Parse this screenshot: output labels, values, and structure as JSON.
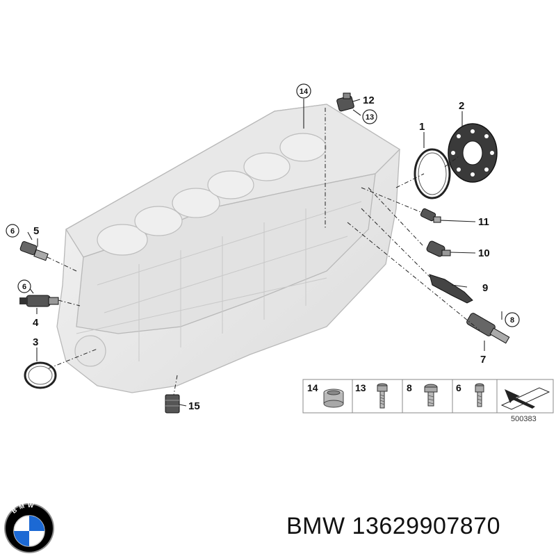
{
  "callouts": {
    "c1": "1",
    "c2": "2",
    "c3": "3",
    "c4": "4",
    "c5": "5",
    "c6a": "6",
    "c6b": "6",
    "c7": "7",
    "c8": "8",
    "c9": "9",
    "c10": "10",
    "c11": "11",
    "c12": "12",
    "c13": "13",
    "c14": "14",
    "c15": "15"
  },
  "parts_key": {
    "items": [
      {
        "number": "14",
        "icon": "sleeve-icon"
      },
      {
        "number": "13",
        "icon": "bolt-icon"
      },
      {
        "number": "8",
        "icon": "hex-bolt-icon"
      },
      {
        "number": "6",
        "icon": "socket-bolt-icon"
      },
      {
        "number": "",
        "icon": "arrow-icon"
      }
    ],
    "reference": "500383"
  },
  "caption": "BMW 13629907870",
  "logo": {
    "letters": "BMW",
    "colors": {
      "blue": "#1c69d4",
      "white": "#ffffff",
      "ring": "#000000"
    }
  }
}
